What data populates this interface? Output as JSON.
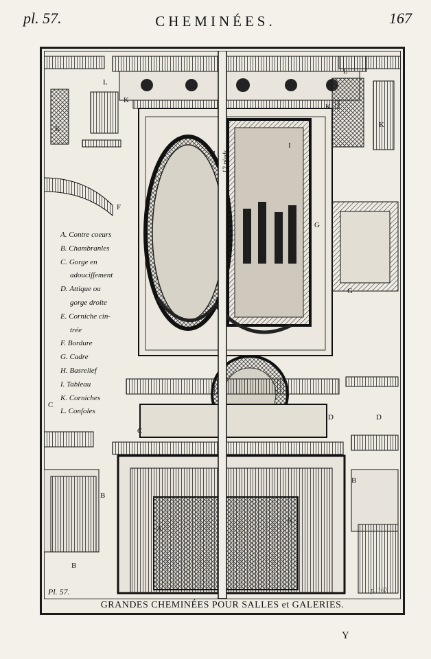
{
  "header": {
    "plate_ref": "pl. 57.",
    "title": "CHEMINÉES.",
    "page_number": "167"
  },
  "legend": [
    "A. Contre coeurs",
    "B. Chambranles",
    "C. Gorge en",
    "adouciſſement",
    "D. Attique ou",
    "gorge droite",
    "E. Corniche cin-",
    "trée",
    "F. Bordure",
    "G. Cadre",
    "H. Basrelief",
    "I. Tableau",
    "K. Corniches",
    "L. Conſoles"
  ],
  "plate_labels": {
    "A": "A",
    "B": "B",
    "C": "C",
    "D": "D",
    "F": "F",
    "G": "G",
    "H": "H",
    "I": "I",
    "K": "K",
    "L": "L"
  },
  "scale_text": "12 pieds",
  "footer": {
    "plate_mark_left": "Pl. 57.",
    "plate_mark_right": "p. 167",
    "caption": "GRANDES CHEMINÉES POUR SALLES et GALERIES.",
    "signature_mark": "Y"
  }
}
